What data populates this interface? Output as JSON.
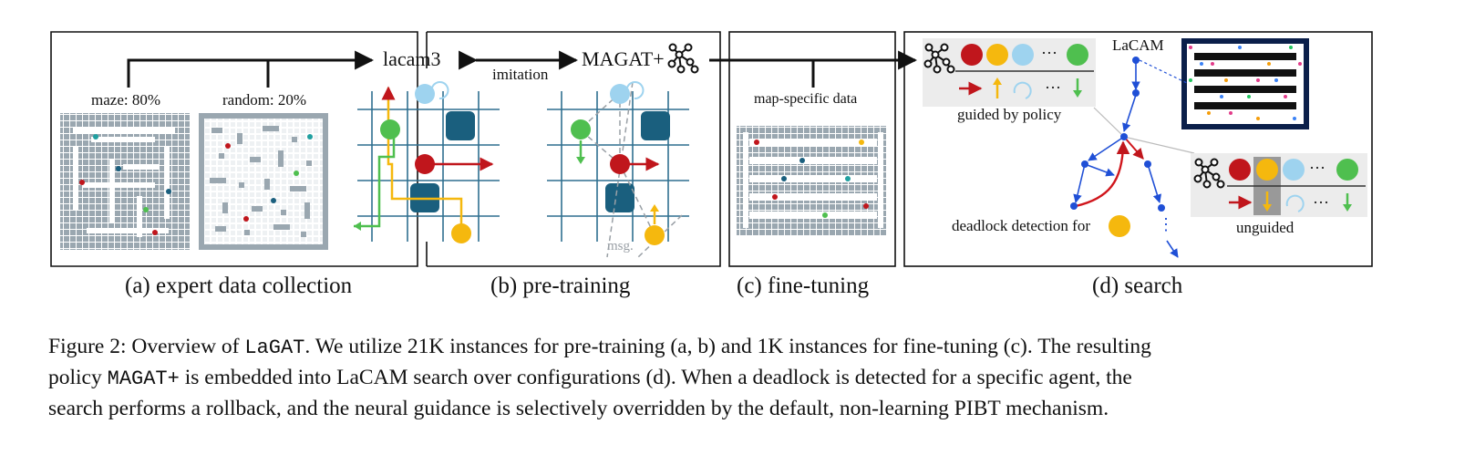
{
  "figure": {
    "panel_a": {
      "maze_label": "maze: 80%",
      "random_label": "random: 20%",
      "caption": "(a) expert data collection"
    },
    "top_flow": {
      "lacam3": "lacam3",
      "imitation": "imitation",
      "magat_plus": "MAGAT+"
    },
    "panel_b": {
      "msg_label": "msg.",
      "caption": "(b) pre-training"
    },
    "panel_c": {
      "data_label": "map-specific data",
      "caption": "(c) fine-tuning"
    },
    "panel_d": {
      "lacam_label": "LaCAM",
      "guided_label": "guided by policy",
      "unguided_label": "unguided",
      "deadlock_label": "deadlock detection for",
      "ellipsis": "···",
      "caption": "(d) search"
    },
    "colors": {
      "agent_red": "#c0161c",
      "agent_yellow": "#f5b80e",
      "agent_lightblue": "#9ed3ef",
      "agent_green": "#4fbf4f",
      "obstacle": "#1a5f7e",
      "grid": "#2f6f8f",
      "tree_blue": "#1f4fd6",
      "tree_red": "#d0161c",
      "map_gray": "#9aa7b0"
    }
  },
  "caption": {
    "line1_pre": "Figure 2: Overview of ",
    "line1_name": "LaGAT",
    "line1_post": ". We utilize 21K instances for pre-training (a, b) and 1K instances for fine-tuning (c). The resulting",
    "line2_pre": "policy ",
    "line2_name": "MAGAT+",
    "line2_post": " is embedded into LaCAM search over configurations (d). When a deadlock is detected for a specific agent, the",
    "line3": "search performs a rollback, and the neural guidance is selectively overridden by the default, non-learning PIBT mechanism."
  }
}
